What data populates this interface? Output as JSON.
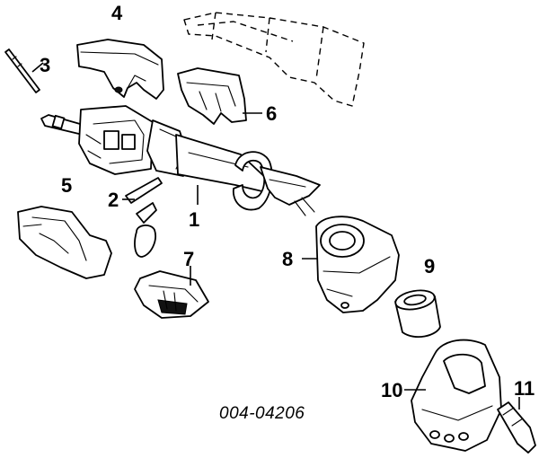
{
  "diagram": {
    "part_number": "004-04206",
    "callouts": [
      "1",
      "2",
      "3",
      "4",
      "5",
      "6",
      "7",
      "8",
      "9",
      "10",
      "11"
    ]
  }
}
